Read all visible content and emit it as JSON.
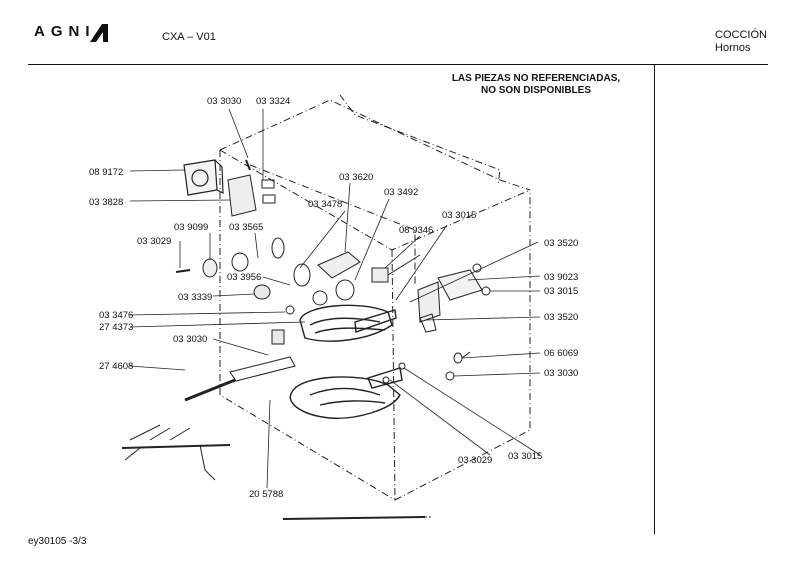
{
  "header": {
    "brand": "AGNI",
    "model": "CXA – V01",
    "category": "COCCIÓN",
    "subcategory": "Hornos"
  },
  "notice": {
    "line1": "LAS PIEZAS NO REFERENCIADAS,",
    "line2": "NO SON DISPONIBLES"
  },
  "footer": {
    "code": "ey30105 -3/3"
  },
  "part_labels": [
    "03 3030",
    "03 3324",
    "08 9172",
    "03 3828",
    "03 3620",
    "03 3492",
    "03 3478",
    "03 3015",
    "03 9099",
    "03 3565",
    "08 9346",
    "03 3520",
    "03 3029",
    "03 3956",
    "03 9023",
    "03 3015",
    "03 3339",
    "03 3476",
    "03 3520",
    "27 4373",
    "03 3030",
    "06 6069",
    "27 4608",
    "03 3030",
    "03 3029",
    "03 3015",
    "20 5788"
  ]
}
